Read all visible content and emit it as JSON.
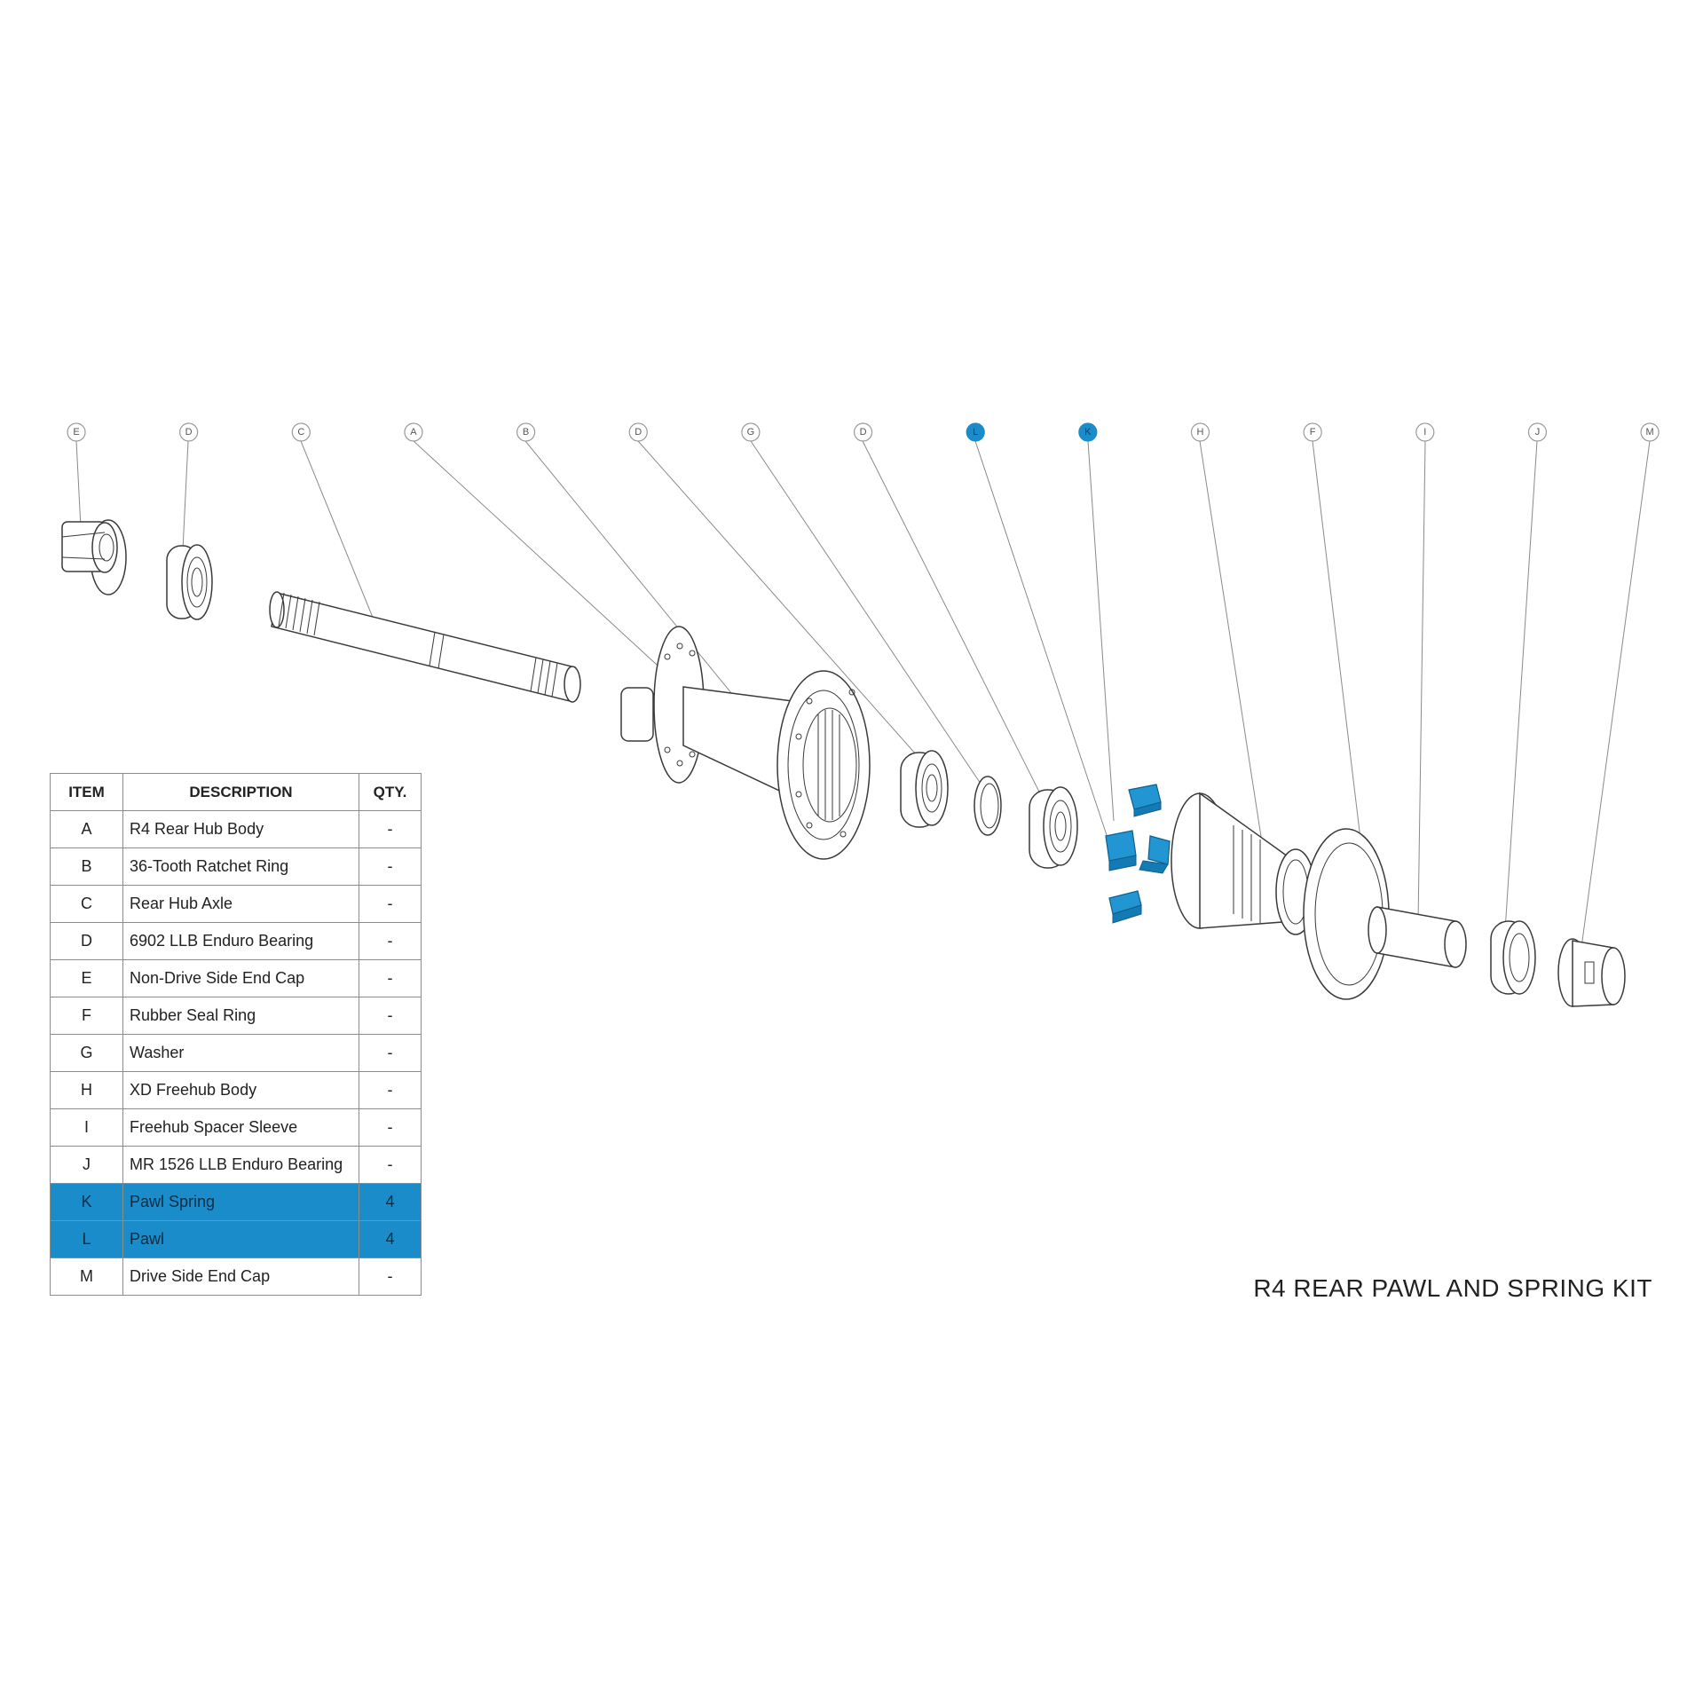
{
  "title": "R4 REAR PAWL AND SPRING KIT",
  "colors": {
    "highlight": "#1a8cca",
    "line": "#3a3a3a",
    "leader": "#8a8a8a"
  },
  "callouts": [
    {
      "label": "E",
      "highlight": false
    },
    {
      "label": "D",
      "highlight": false
    },
    {
      "label": "C",
      "highlight": false
    },
    {
      "label": "A",
      "highlight": false
    },
    {
      "label": "B",
      "highlight": false
    },
    {
      "label": "D",
      "highlight": false
    },
    {
      "label": "G",
      "highlight": false
    },
    {
      "label": "D",
      "highlight": false
    },
    {
      "label": "L",
      "highlight": true
    },
    {
      "label": "K",
      "highlight": true
    },
    {
      "label": "H",
      "highlight": false
    },
    {
      "label": "F",
      "highlight": false
    },
    {
      "label": "I",
      "highlight": false
    },
    {
      "label": "J",
      "highlight": false
    },
    {
      "label": "M",
      "highlight": false
    }
  ],
  "bom": {
    "headers": {
      "item": "ITEM",
      "description": "DESCRIPTION",
      "qty": "QTY."
    },
    "rows": [
      {
        "item": "A",
        "description": "R4 Rear Hub Body",
        "qty": "-",
        "highlight": false
      },
      {
        "item": "B",
        "description": "36-Tooth Ratchet Ring",
        "qty": "-",
        "highlight": false
      },
      {
        "item": "C",
        "description": "Rear Hub Axle",
        "qty": "-",
        "highlight": false
      },
      {
        "item": "D",
        "description": "6902 LLB Enduro Bearing",
        "qty": "-",
        "highlight": false
      },
      {
        "item": "E",
        "description": "Non-Drive Side End Cap",
        "qty": "-",
        "highlight": false
      },
      {
        "item": "F",
        "description": "Rubber Seal Ring",
        "qty": "-",
        "highlight": false
      },
      {
        "item": "G",
        "description": "Washer",
        "qty": "-",
        "highlight": false
      },
      {
        "item": "H",
        "description": "XD Freehub Body",
        "qty": "-",
        "highlight": false
      },
      {
        "item": "I",
        "description": "Freehub Spacer Sleeve",
        "qty": "-",
        "highlight": false
      },
      {
        "item": "J",
        "description": "MR 1526 LLB Enduro Bearing",
        "qty": "-",
        "highlight": false
      },
      {
        "item": "K",
        "description": "Pawl Spring",
        "qty": "4",
        "highlight": true
      },
      {
        "item": "L",
        "description": "Pawl",
        "qty": "4",
        "highlight": true
      },
      {
        "item": "M",
        "description": "Drive Side End Cap",
        "qty": "-",
        "highlight": false
      }
    ]
  }
}
